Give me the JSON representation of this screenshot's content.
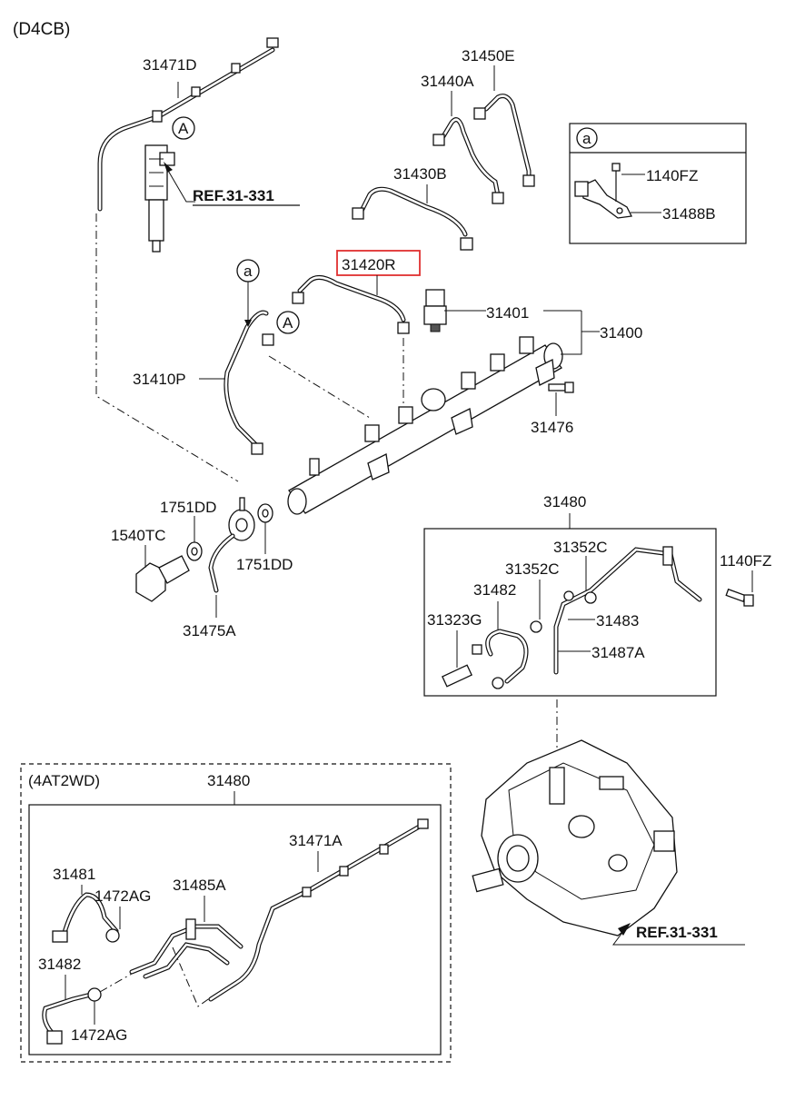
{
  "engine_label": "(D4CB)",
  "variant_label": "(4AT2WD)",
  "callouts": {
    "c_31471D": "31471D",
    "c_31450E": "31450E",
    "c_31440A": "31440A",
    "c_31430B": "31430B",
    "c_31420R": "31420R",
    "c_31401": "31401",
    "c_31400": "31400",
    "c_31410P": "31410P",
    "c_31476": "31476",
    "c_1751DD_top": "1751DD",
    "c_1751DD_bottom": "1751DD",
    "c_1540TC": "1540TC",
    "c_31475A": "31475A",
    "c_31480_top": "31480",
    "c_31352C_a": "31352C",
    "c_31352C_b": "31352C",
    "c_31482_top": "31482",
    "c_31323G": "31323G",
    "c_31483": "31483",
    "c_31487A": "31487A",
    "c_1140FZ_top": "1140FZ",
    "c_1140FZ_right": "1140FZ",
    "c_31488B": "31488B",
    "c_31480_bottom": "31480",
    "c_31471A": "31471A",
    "c_31481": "31481",
    "c_1472AG_a": "1472AG",
    "c_31485A": "31485A",
    "c_31482_bottom": "31482",
    "c_1472AG_b": "1472AG"
  },
  "refs": {
    "ref_top": "REF.31-331",
    "ref_bottom": "REF.31-331"
  },
  "markers": {
    "a_inset": "a",
    "a_pipe": "a",
    "A_injector": "A",
    "A_rail": "A"
  },
  "highlight_color": "#e03030"
}
